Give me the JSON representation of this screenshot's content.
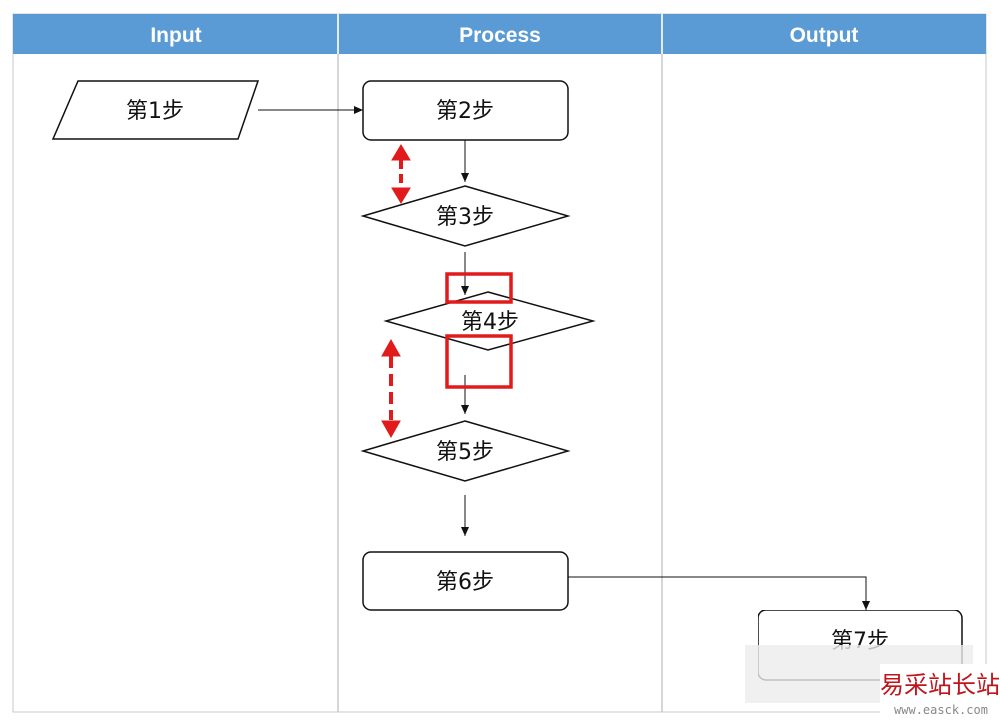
{
  "lanes": [
    {
      "title": "Input"
    },
    {
      "title": "Process"
    },
    {
      "title": "Output"
    }
  ],
  "nodes": {
    "step1": "第1步",
    "step2": "第2步",
    "step3": "第3步",
    "step4": "第4步",
    "step5": "第5步",
    "step6": "第6步",
    "step7": "第7步"
  },
  "colors": {
    "header": "#5b9bd5",
    "annotation": "#e11b1b",
    "stroke": "#111111"
  },
  "watermark": {
    "text": "易采站长站",
    "url": "www.easck.com"
  }
}
